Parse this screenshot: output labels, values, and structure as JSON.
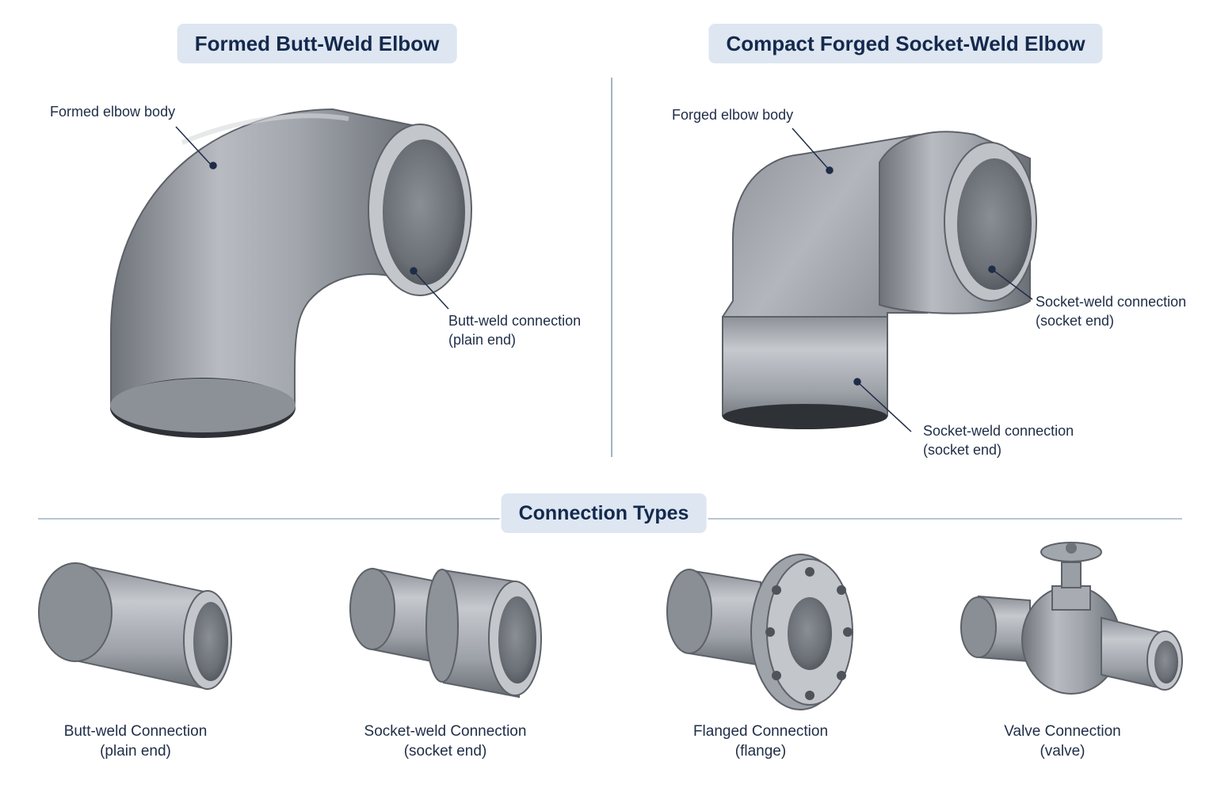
{
  "titles": {
    "left": "Formed Butt-Weld Elbow",
    "right": "Compact Forged Socket-Weld Elbow",
    "bottom": "Connection Types"
  },
  "callouts": {
    "formed_body": "Formed elbow body",
    "butt_weld_1": "Butt-weld connection",
    "butt_weld_2": "(plain end)",
    "forged_body": "Forged elbow body",
    "socket_a_1": "Socket-weld connection",
    "socket_a_2": "(socket end)",
    "socket_b_1": "Socket-weld connection",
    "socket_b_2": "(socket end)"
  },
  "connection_types": [
    {
      "name": "Butt-weld Connection",
      "detail": "(plain end)"
    },
    {
      "name": "Socket-weld Connection",
      "detail": "(socket end)"
    },
    {
      "name": "Flanged Connection",
      "detail": "(flange)"
    },
    {
      "name": "Valve Connection",
      "detail": "(valve)"
    }
  ],
  "colors": {
    "accent": "#dde6f1",
    "title_text": "#14294d",
    "divider": "#9fb3c9",
    "steel_light": "#c9ccd1",
    "steel_mid": "#9a9ea5",
    "steel_dark": "#5f636a"
  }
}
